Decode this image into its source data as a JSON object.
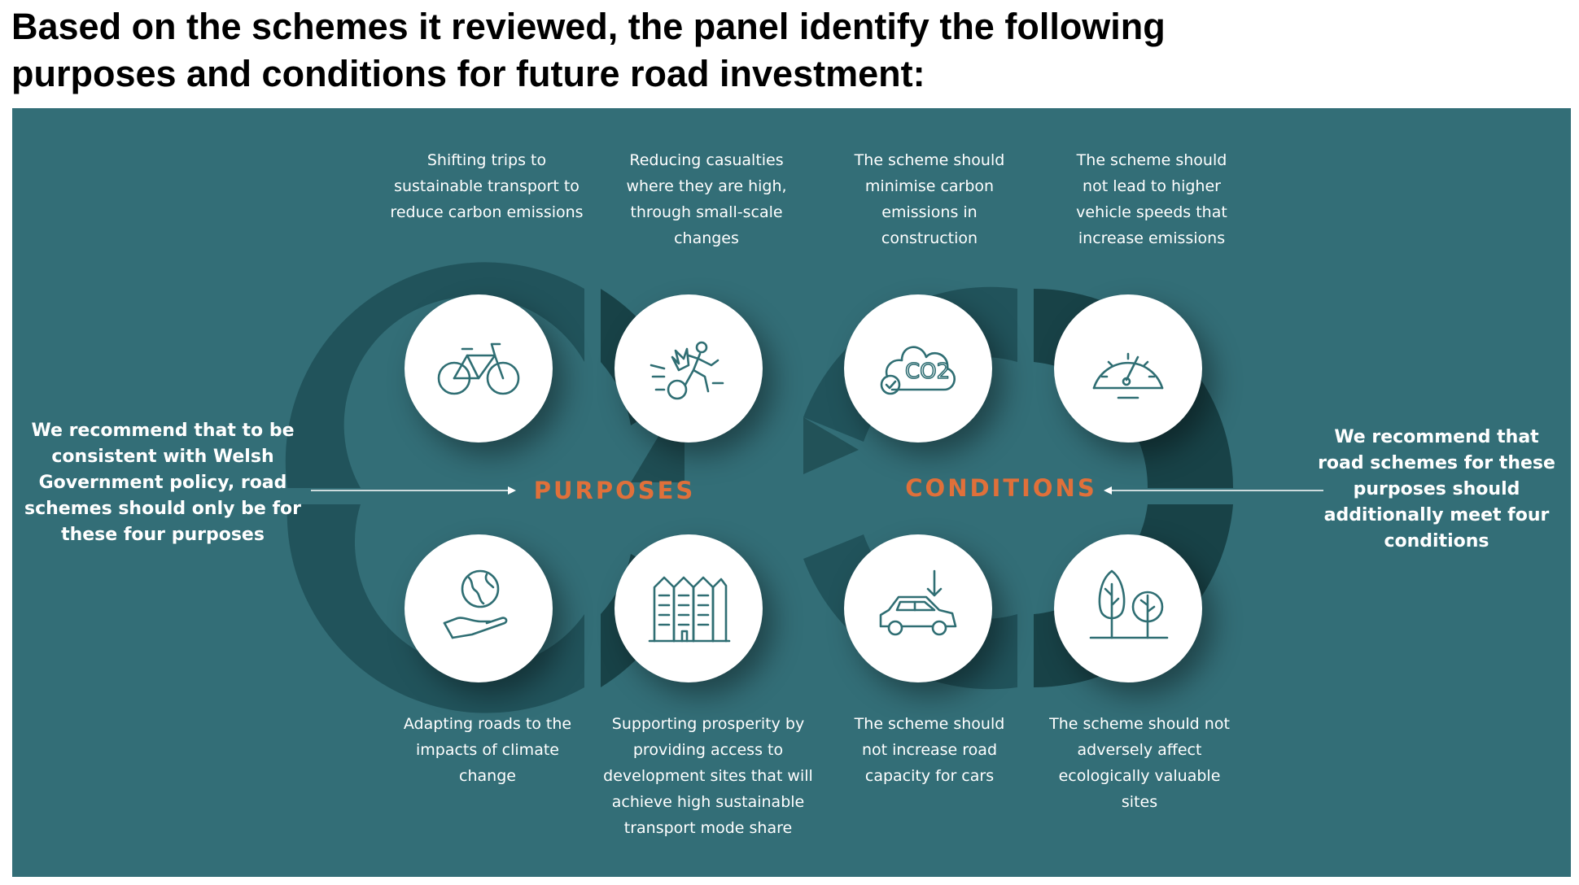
{
  "title": "Based on the schemes it reviewed, the panel identify the following purposes and conditions for future road investment:",
  "left_note": "We recommend that to be consistent with Welsh Government policy, road schemes should only be for these four purposes",
  "right_note": "We recommend that road schemes for these purposes should additionally meet four conditions",
  "purposes": {
    "heading": "PURPOSES",
    "items": [
      {
        "text": "Shifting trips to sustainable transport to reduce carbon emissions",
        "icon": "bicycle-icon"
      },
      {
        "text": "Reducing casualties where they are high, through small-scale changes",
        "icon": "collision-icon"
      },
      {
        "text": "Adapting roads to the impacts of climate change",
        "icon": "globe-hand-icon"
      },
      {
        "text": "Supporting prosperity by providing access to development sites that will achieve high sustainable transport mode share",
        "icon": "buildings-icon"
      }
    ]
  },
  "conditions": {
    "heading": "CONDITIONS",
    "items": [
      {
        "text": "The scheme should minimise carbon emissions in construction",
        "icon": "co2-cloud-icon",
        "icon_label": "CO2"
      },
      {
        "text": "The scheme should not lead to higher vehicle speeds that increase emissions",
        "icon": "speedometer-icon"
      },
      {
        "text": "The scheme should not increase road capacity for cars",
        "icon": "car-down-arrow-icon"
      },
      {
        "text": "The scheme should not adversely affect ecologically valuable sites",
        "icon": "trees-icon"
      }
    ]
  },
  "colors": {
    "panel": "#336e77",
    "ring_dark": "#1f4f56",
    "ring_darker": "#163e44",
    "heading": "#e0703a",
    "icon": "#2f6e73",
    "text": "#ffffff"
  }
}
